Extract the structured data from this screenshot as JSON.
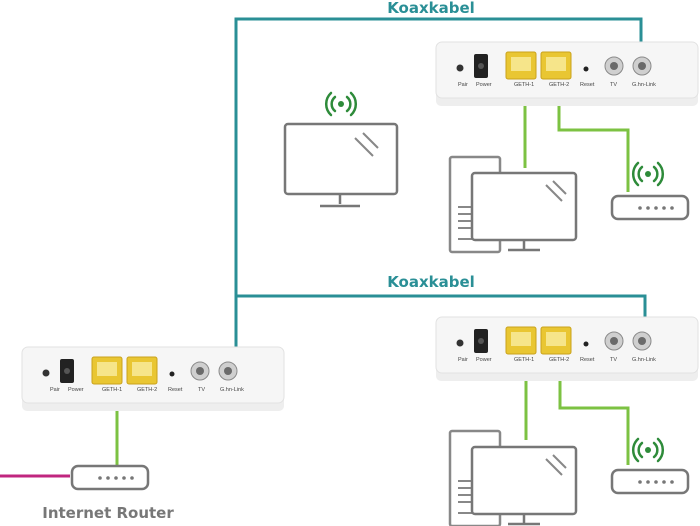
{
  "colors": {
    "coax": "#2a8f96",
    "ethernet": "#7cc242",
    "wifi": "#2e8b3a",
    "upstream": "#c0267f",
    "device_outline": "#777777",
    "adapter_body": "#f1f1f1",
    "port_yellow": "#e9c632"
  },
  "labels": {
    "coax_top": "Koaxkabel",
    "coax_middle": "Koaxkabel",
    "internet_router": "Internet Router"
  },
  "adapter_ports": {
    "pair": "Pair",
    "power": "Power",
    "geth1": "GETH-1",
    "geth2": "GETH-2",
    "reset": "Reset",
    "tv": "TV",
    "ghn": "G.hn-Link"
  },
  "icons": [
    "wifi-icon",
    "monitor-icon",
    "desktop-pc-icon",
    "access-point-icon",
    "router-icon",
    "coax-adapter-icon"
  ]
}
